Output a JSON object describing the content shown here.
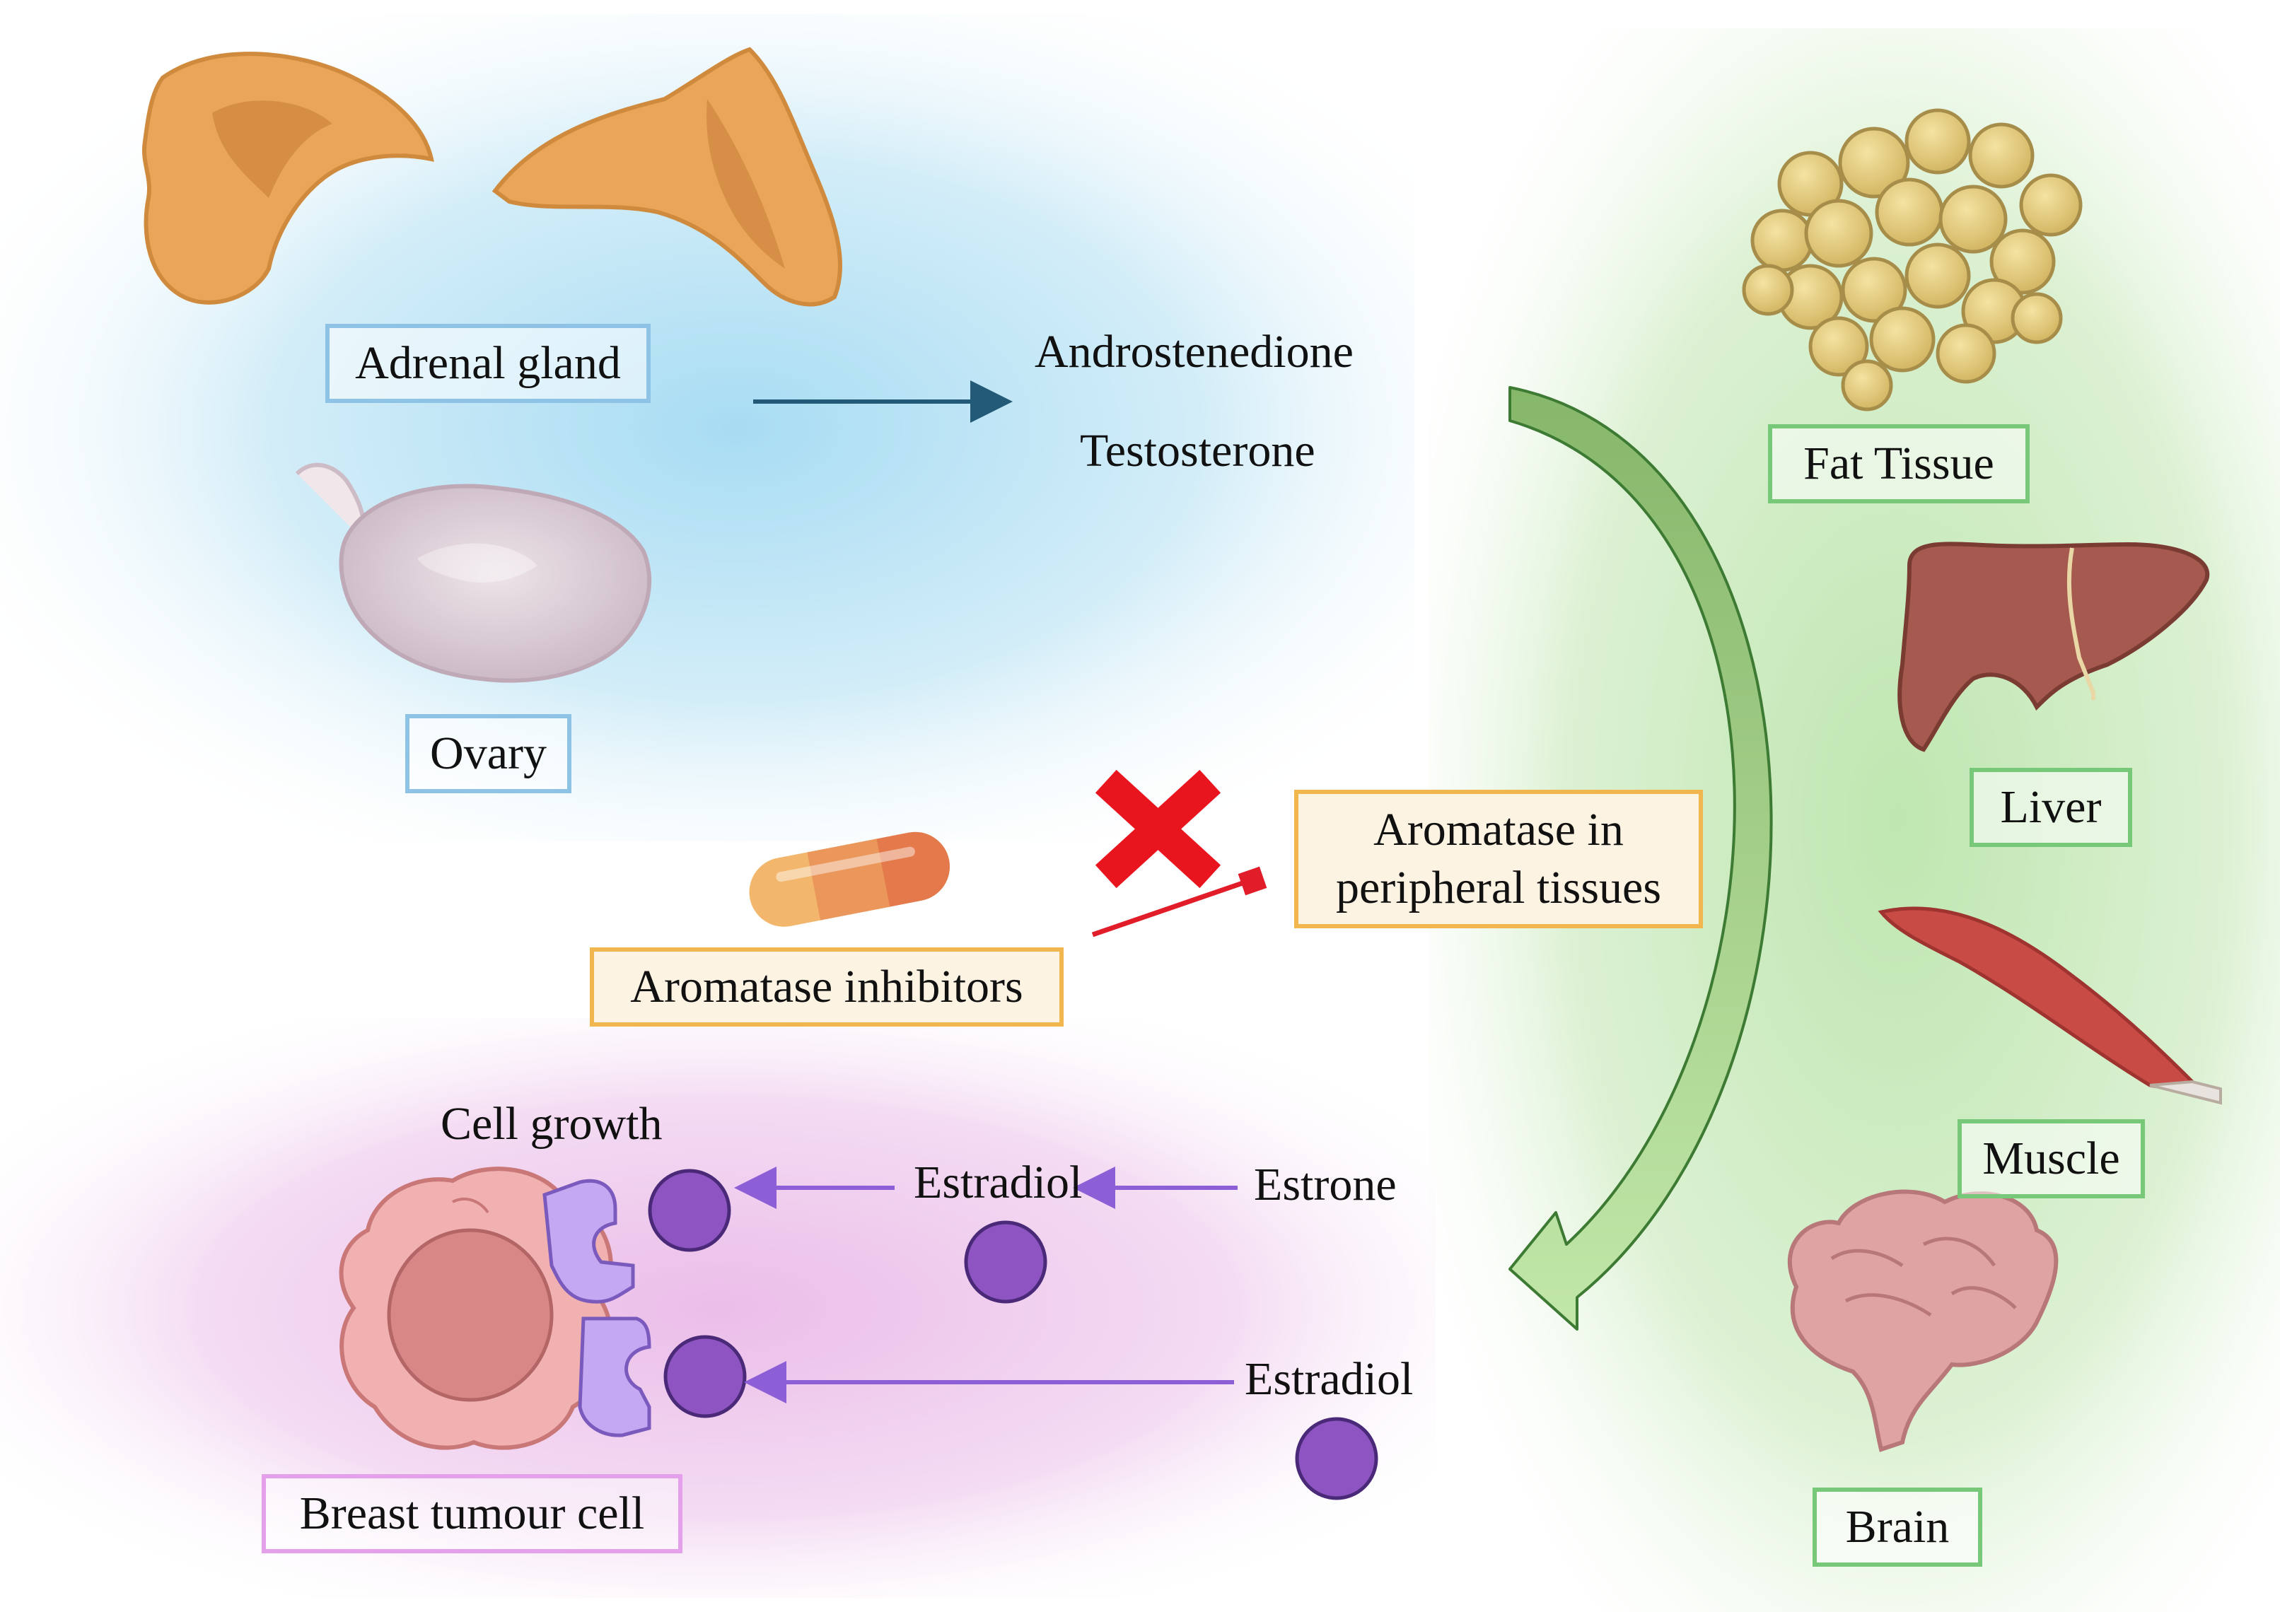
{
  "sources": {
    "adrenal_gland": "Adrenal gland",
    "ovary": "Ovary"
  },
  "androgens": [
    "Androstenedione",
    "Testosterone"
  ],
  "peripheral_tissues": {
    "fat": "Fat Tissue",
    "liver": "Liver",
    "muscle": "Muscle",
    "brain": "Brain"
  },
  "aromatase": {
    "line1": "Aromatase in",
    "line2": "peripheral tissues"
  },
  "inhibitors": "Aromatase inhibitors",
  "tumour": {
    "cell_growth": "Cell growth",
    "cell_label": "Breast tumour cell"
  },
  "estrogens": {
    "estradiol_1": "Estradiol",
    "estrone": "Estrone",
    "estradiol_2": "Estradiol"
  },
  "colors": {
    "blue_region": "#bfe6f6",
    "green_region": "#c7e9bd",
    "pink_region": "#efcdef",
    "top_arrow": "#235a78",
    "curved_arrow": "#8bbf6c",
    "purple_arrow": "#8d5fd6",
    "estrogen_ball": "#8e54c2",
    "receptor": "#c4a8f2",
    "block_mark": "#e8141e",
    "inhibitor_line": "#e11d2a"
  }
}
